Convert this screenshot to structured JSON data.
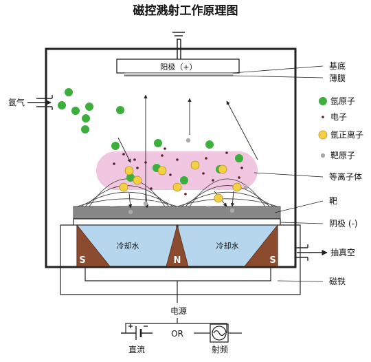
{
  "title": "磁控溅射工作原理图",
  "labels": {
    "anode": "阳极（+）",
    "gas_inlet": "氩气",
    "substrate": "基底",
    "film": "薄膜",
    "plasma": "等离子体",
    "target": "靶",
    "cathode": "阴极 (-)",
    "vacuum": "抽真空",
    "magnet": "磁铁",
    "cooling_left": "冷却水",
    "cooling_right": "冷却水",
    "pole_s_left": "S",
    "pole_n": "N",
    "pole_s_right": "S",
    "power": "电源",
    "or": "OR",
    "dc": "直流",
    "rf": "射频"
  },
  "legend": [
    {
      "key": "ar_atom",
      "label": "氩原子"
    },
    {
      "key": "electron",
      "label": "电子"
    },
    {
      "key": "ar_ion",
      "label": "氩正离子"
    },
    {
      "key": "target_atom",
      "label": "靶原子"
    }
  ],
  "colors": {
    "argon": "#3cae3c",
    "ion": "#f3cf43",
    "electron": "#5a1f28",
    "target_atom": "#aaaaaa",
    "plasma": "#efbcdb",
    "cooling": "#b6d6ee",
    "magnet": "#8a4b2e",
    "target_plate": "#878787",
    "line": "#222222"
  }
}
